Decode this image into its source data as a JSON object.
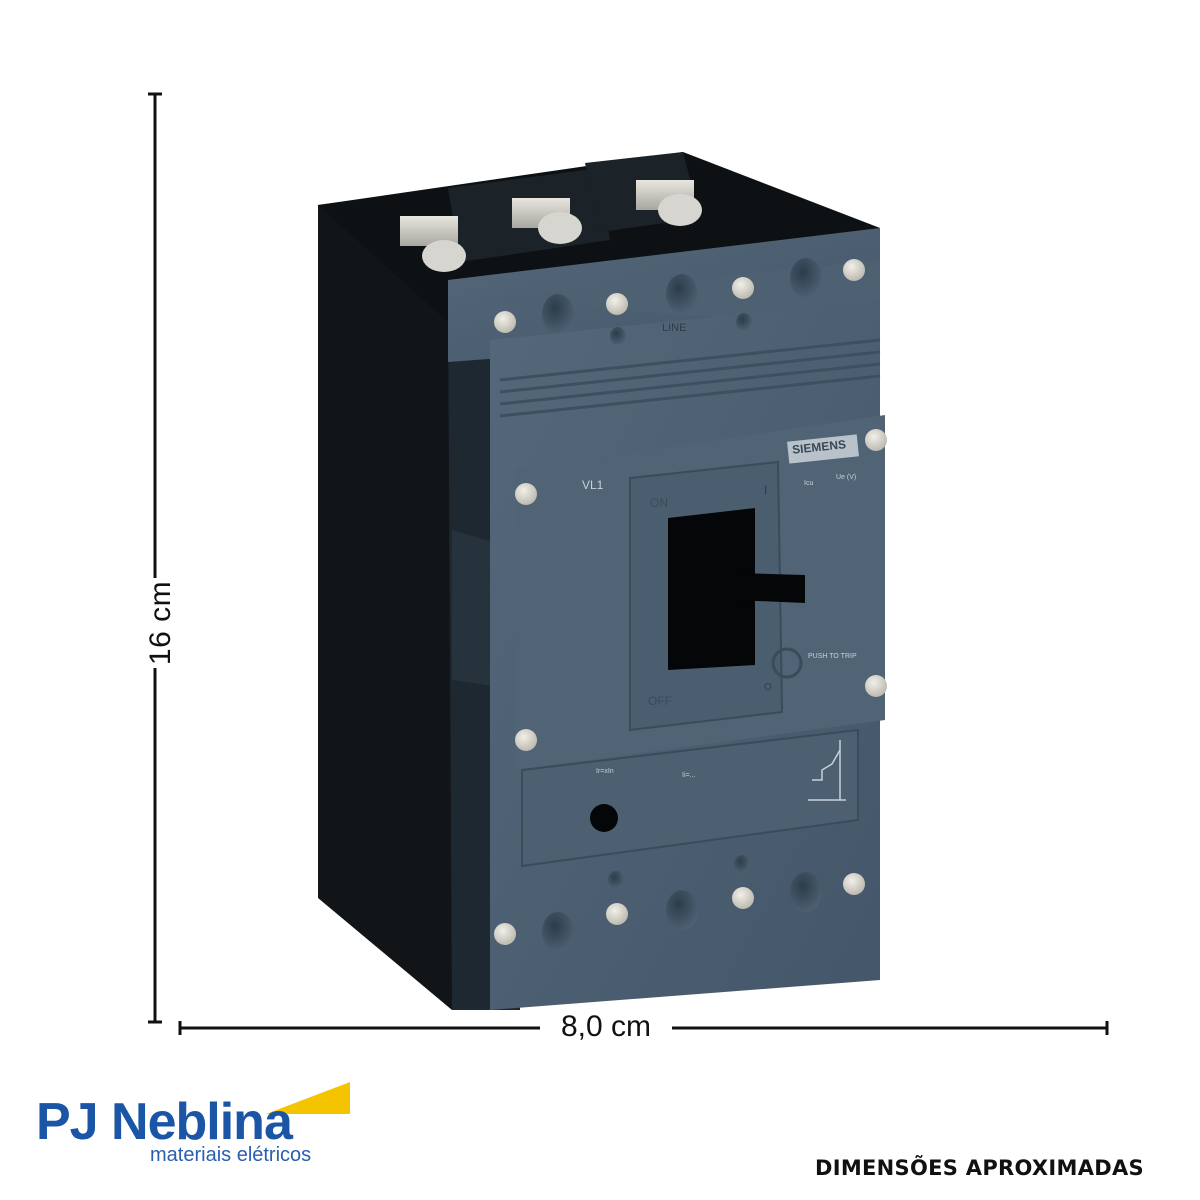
{
  "dimensions": {
    "height_label": "16 cm",
    "width_label": "8,0 cm",
    "note": "DIMENSÕES APROXIMADAS"
  },
  "brand": {
    "name": "PJ Neblina",
    "tagline": "materiais elétricos",
    "primary_color": "#1a55a6",
    "accent_color": "#f5c400"
  },
  "product": {
    "type": "molded-case circuit breaker, 3-pole",
    "manufacturer_label": "SIEMENS",
    "model_label": "VL1",
    "line_label": "LINE",
    "on_label": "ON",
    "off_label": "OFF",
    "on_symbol": "I",
    "off_symbol": "O",
    "push_to_trip_label": "PUSH TO TRIP",
    "ue_label": "Ue (V)",
    "icu_label": "Icu",
    "ir_label": "Ir=xIn",
    "ii_label": "Ii=...",
    "body_color": "#4a5d6c",
    "side_color": "#121518",
    "screw_color": "#d9d7cf"
  }
}
